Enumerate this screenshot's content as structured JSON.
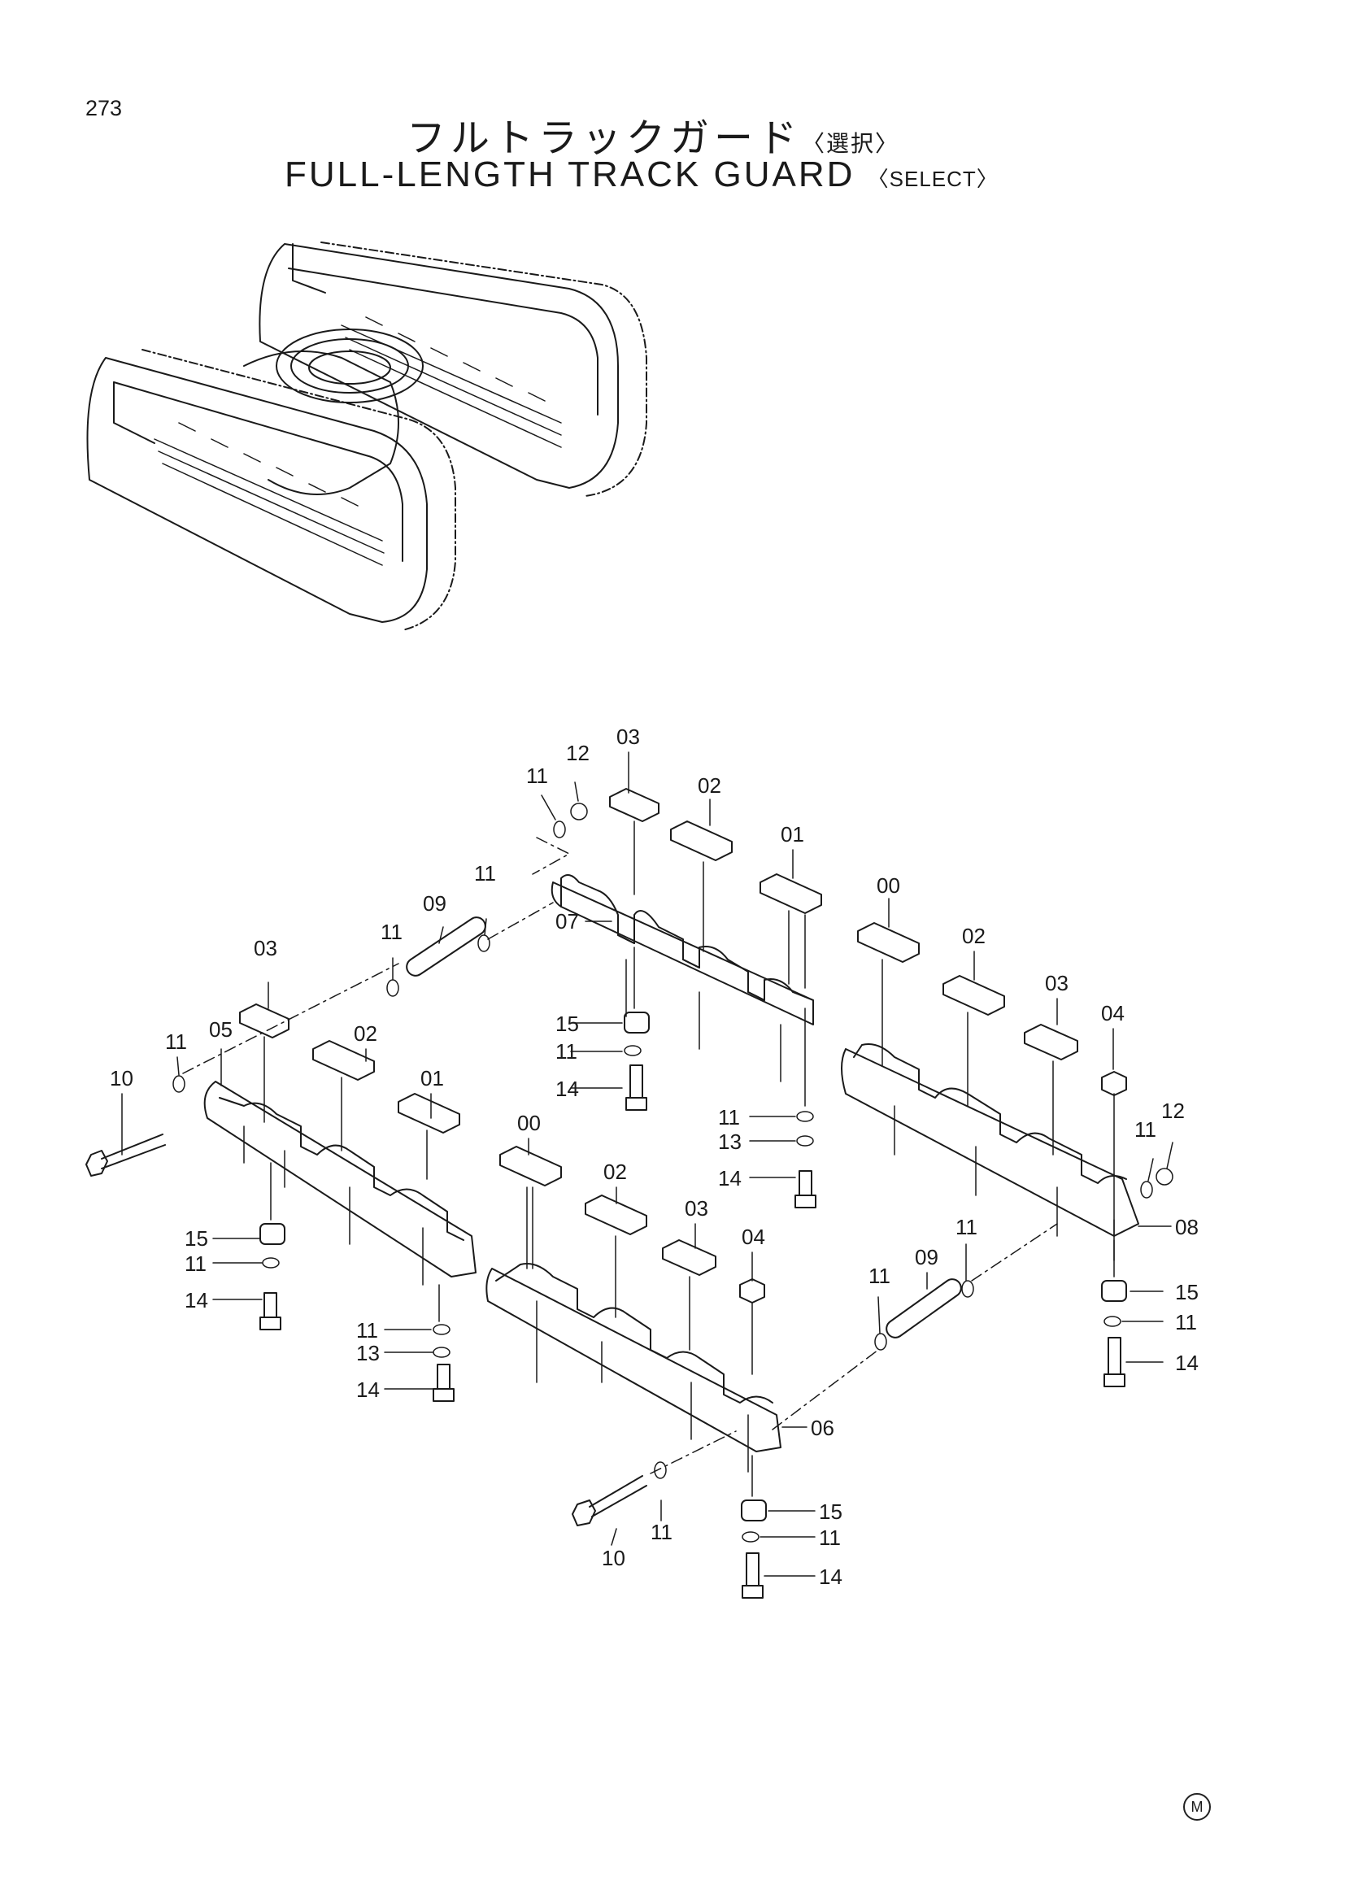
{
  "page": {
    "number": "273",
    "title_jp": "フルトラックガード",
    "title_jp_sub": "〈選択〉",
    "title_en": "FULL-LENGTH TRACK GUARD",
    "title_en_sub": "〈SELECT〉",
    "mark": "M"
  },
  "callouts": {
    "top_11": "11",
    "top_12": "12",
    "top_03": "03",
    "top_02": "02",
    "top_01": "01",
    "top_00": "00",
    "top_02b": "02",
    "top_03b": "03",
    "top_04": "04",
    "top_11b": "11",
    "top_09": "09",
    "top_11c": "11",
    "top_07": "07",
    "mid_15": "15",
    "mid_11": "11",
    "mid_14": "14",
    "mid_11b": "11",
    "mid_13": "13",
    "mid_14b": "14",
    "right_11": "11",
    "right_12": "12",
    "right_08": "08",
    "right_15": "15",
    "right_11b": "11",
    "right_14": "14",
    "left_03": "03",
    "left_11": "11",
    "left_05": "05",
    "left_10": "10",
    "left_02": "02",
    "left_01": "01",
    "left_15": "15",
    "left_11b": "11",
    "left_14": "14",
    "front_00": "00",
    "front_02": "02",
    "front_03": "03",
    "front_04": "04",
    "front_11": "11",
    "front_13": "13",
    "front_14": "14",
    "front_11b": "11",
    "front_09": "09",
    "front_11c": "11",
    "front_06": "06",
    "bottom_10": "10",
    "bottom_11": "11",
    "bottom_15": "15",
    "bottom_11b": "11",
    "bottom_14": "14"
  }
}
